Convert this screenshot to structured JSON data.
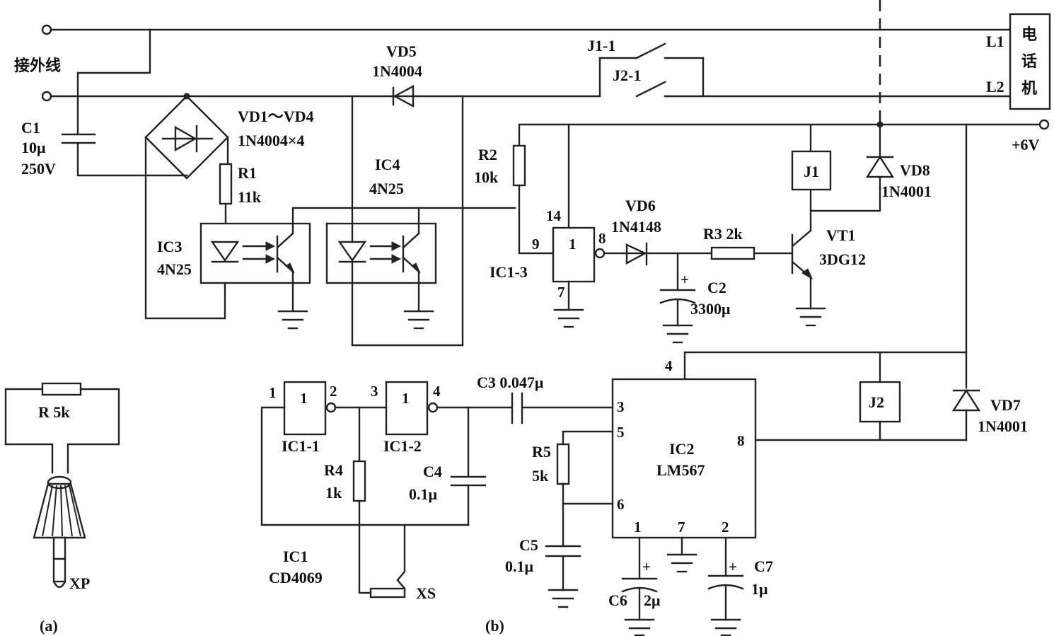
{
  "labels": {
    "ext_line": "接外线",
    "c1_name": "C1",
    "c1_val1": "10μ",
    "c1_val2": "250V",
    "vd5_name": "VD5",
    "vd5_val": "1N4004",
    "bridge_name": "VD1～VD4",
    "bridge_val": "1N4004×4",
    "r1_name": "R1",
    "r1_val": "11k",
    "ic3_name": "IC3",
    "ic3_val": "4N25",
    "ic4_name": "IC4",
    "ic4_val": "4N25",
    "j1_1": "J1-1",
    "j2_1": "J2-1",
    "l1": "L1",
    "l2": "L2",
    "phone_1": "电",
    "phone_2": "话",
    "phone_3": "机",
    "plus6v": "+6V",
    "r2_name": "R2",
    "r2_val": "10k",
    "vd6_name": "VD6",
    "vd6_val": "1N4148",
    "r3": "R3  2k",
    "c2_name": "C2",
    "c2_val": "3300μ",
    "ic13": "IC1-3",
    "j1": "J1",
    "vd8_name": "VD8",
    "vd8_val": "1N4001",
    "vt1_name": "VT1",
    "vt1_val": "3DG12",
    "r_5k": "R 5k",
    "xp": "XP",
    "a": "(a)",
    "b": "(b)",
    "ic11": "IC1-1",
    "ic12": "IC1-2",
    "r4_name": "R4",
    "r4_val": "1k",
    "c4_name": "C4",
    "c4_val": "0.1μ",
    "c3": "C3  0.047μ",
    "ic1_name": "IC1",
    "ic1_val": "CD4069",
    "xs": "XS",
    "r5_name": "R5",
    "r5_val": "5k",
    "c5_name": "C5",
    "c5_val": "0.1μ",
    "ic2_name": "IC2",
    "ic2_val": "LM567",
    "c6": "C6",
    "c6_val": "2μ",
    "c7_name": "C7",
    "c7_val": "1μ",
    "j2": "J2",
    "vd7_name": "VD7",
    "vd7_val": "1N4001",
    "gate_one": "1",
    "plus": "+"
  },
  "pins": {
    "p14": "14",
    "p9": "9",
    "p8": "8",
    "p7": "7",
    "ic11_in": "1",
    "ic11_out": "2",
    "ic12_in": "3",
    "ic12_out": "4",
    "ic2_4": "4",
    "ic2_3": "3",
    "ic2_5": "5",
    "ic2_6": "6",
    "ic2_8": "8",
    "ic2_1": "1",
    "ic2_7": "7",
    "ic2_2": "2"
  }
}
